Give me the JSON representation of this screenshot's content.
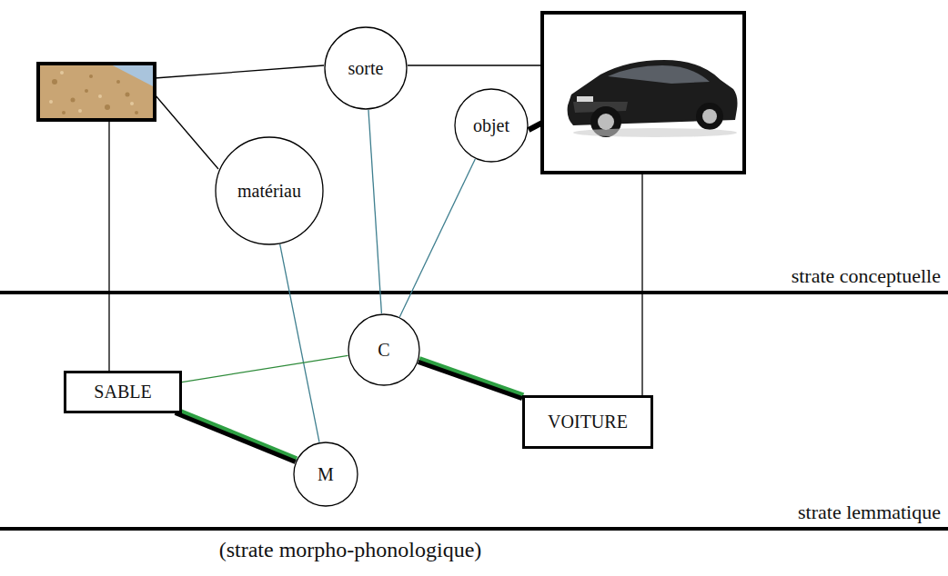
{
  "diagram": {
    "nodes": [
      {
        "text": [
          "sorte"
        ]
      },
      {
        "text": [
          "objet"
        ]
      },
      {
        "text": [
          "matériau"
        ]
      },
      {
        "text": [
          "C"
        ]
      },
      {
        "text": [
          "SABLE"
        ]
      },
      {
        "text": [
          "VOITURE"
        ]
      },
      {
        "text": [
          "M"
        ]
      }
    ],
    "edges": [
      {
        "from": 0,
        "to": 3,
        "arrow": "none"
      },
      {
        "from": 1,
        "to": 3,
        "arrow": "none"
      },
      {
        "from": 2,
        "to": 6,
        "arrow": "none"
      },
      {
        "from": 3,
        "to": 4,
        "arrow": "none"
      },
      {
        "from": 3,
        "to": 5,
        "arrow": "none"
      },
      {
        "from": 4,
        "to": 6,
        "arrow": "none"
      }
    ],
    "labels": [
      "strate conceptuelle",
      "strate lemmatique",
      "(strate morpho-phonologique)"
    ]
  }
}
